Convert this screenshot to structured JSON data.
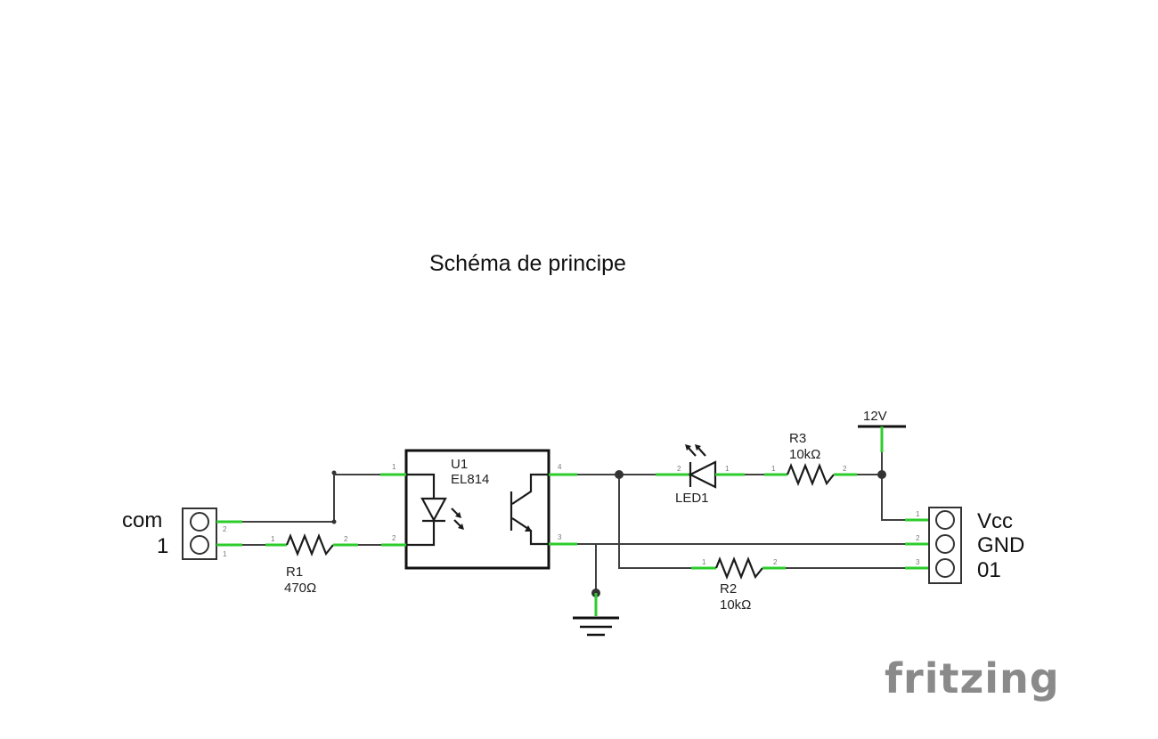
{
  "title": "Schéma de principe",
  "components": {
    "u1": {
      "ref": "U1",
      "value": "EL814"
    },
    "r1": {
      "ref": "R1",
      "value": "470Ω"
    },
    "r2": {
      "ref": "R2",
      "value": "10kΩ"
    },
    "r3": {
      "ref": "R3",
      "value": "10kΩ"
    },
    "led1": {
      "ref": "LED1"
    },
    "supply": {
      "label": "12V"
    }
  },
  "connector_left": {
    "labels": [
      "com",
      "1"
    ]
  },
  "connector_right": {
    "labels": [
      "Vcc",
      "GND",
      "01"
    ]
  },
  "logo": "fritzing",
  "colors": {
    "wire": "#404040",
    "pin_lead": "#2dcc2d",
    "logo": "#8a8a8a"
  }
}
